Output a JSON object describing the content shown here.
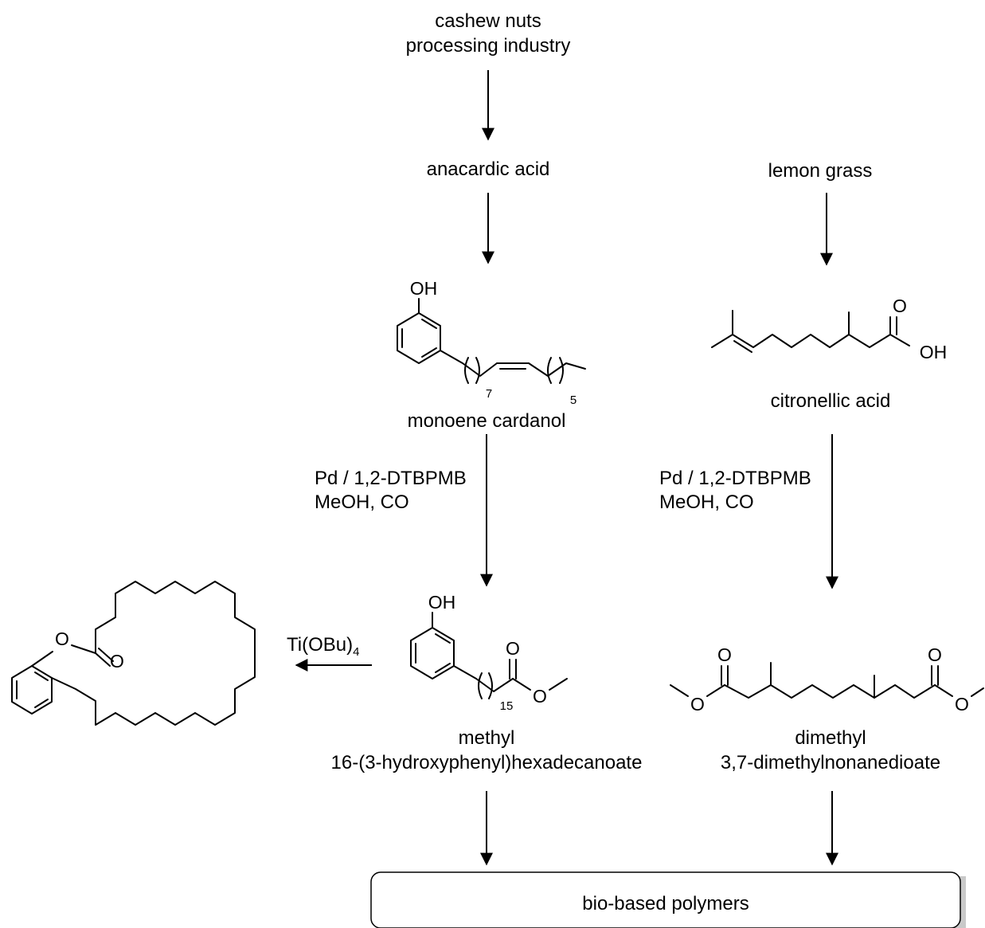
{
  "source_top": [
    "cashew nuts",
    "processing industry"
  ],
  "anacardic_acid": "anacardic acid",
  "lemon_grass": "lemon grass",
  "monoene_cardanol": "monoene cardanol",
  "citronellic_acid": "citronellic acid",
  "reagent_left": [
    "Pd / 1,2-DTBPMB",
    "MeOH, CO"
  ],
  "reagent_right": [
    "Pd / 1,2-DTBPMB",
    "MeOH, CO"
  ],
  "product_left": [
    "methyl",
    "16-(3-hydroxyphenyl)hexadecanoate"
  ],
  "product_right": [
    "dimethyl",
    "3,7-dimethylnonanedioate"
  ],
  "ti_reagent": {
    "base": "Ti(OBu)",
    "subscript": "4"
  },
  "bio_polymers": "bio-based polymers",
  "atoms": {
    "OH": "OH",
    "O": "O",
    "n7": "7",
    "n5": "5",
    "n15": "15"
  }
}
